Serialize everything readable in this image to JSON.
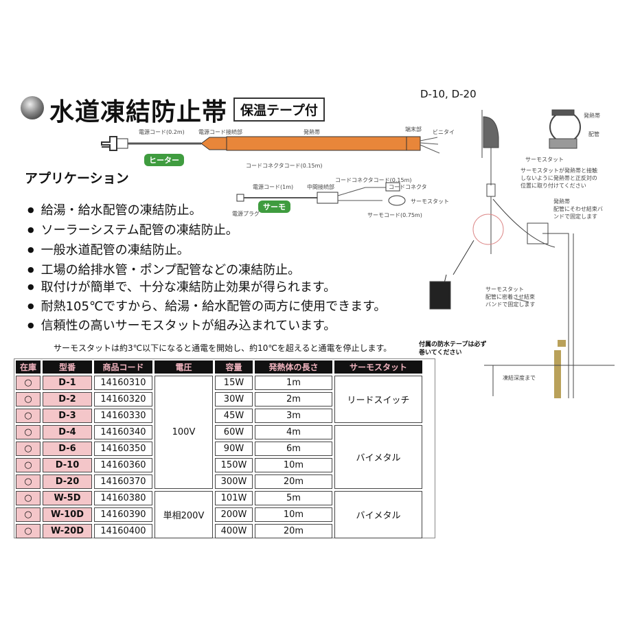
{
  "header": {
    "title": "水道凍結防止帯",
    "badge": "保温テープ付"
  },
  "diagram_heater": {
    "tag": "ヒーター",
    "labels": [
      "電源コード(0.2m)",
      "電源コード接続部",
      "発熱帯",
      "端末部",
      "ビニタイ",
      "コードコネクタコード(0.15m)"
    ]
  },
  "diagram_thermo": {
    "tag": "サーモ",
    "labels": [
      "電源コード(1m)",
      "中間接続部",
      "コードコネクタコード(0.15m)",
      "コードコネクタ",
      "サーモスタット",
      "サーモコード(0.75m)",
      "電源プラグ"
    ]
  },
  "install": {
    "model_label": "D-10, D-20",
    "labels": [
      "発熱帯",
      "配管",
      "サーモスタット"
    ],
    "note1": [
      "サーモスタットが発熱帯と接触",
      "しないように発熱帯と正反対の",
      "位置に取り付けてください"
    ],
    "note2": [
      "発熱帯",
      "配管にそわせ結束バ",
      "ンドで固定します"
    ],
    "note3": [
      "サーモスタット",
      "配管に密着させ結束",
      "バンドで固定します"
    ],
    "tape_note": [
      "付属の防水テープは必ず",
      "巻いてください"
    ],
    "depth": "凍結深度まで"
  },
  "applications": {
    "heading": "アプリケーション",
    "items": [
      "給湯・給水配管の凍結防止。",
      "ソーラーシステム配管の凍結防止。",
      "一般水道配管の凍結防止。",
      "工場の給排水管・ポンプ配管などの凍結防止。",
      "取付けが簡単で、十分な凍結防止効果が得られます。",
      "耐熱105℃ですから、給湯・給水配管の両方に使用できます。",
      "信頼性の高いサーモスタットが組み込まれています。"
    ]
  },
  "thermo_note": "サーモスタットは約3℃以下になると通電を開始し、約10℃を超えると通電を停止します。",
  "table": {
    "headers": [
      "在庫",
      "型番",
      "商品コード",
      "電圧",
      "容量",
      "発熱体の長さ",
      "サーモスタット"
    ],
    "voltage_groups": [
      "100V",
      "単相200V"
    ],
    "thermo_groups": [
      "リードスイッチ",
      "バイメタル",
      "バイメタル"
    ],
    "rows": [
      {
        "stock": "○",
        "model": "D-1",
        "code": "14160310",
        "watt": "15W",
        "length": "1m"
      },
      {
        "stock": "○",
        "model": "D-2",
        "code": "14160320",
        "watt": "30W",
        "length": "2m"
      },
      {
        "stock": "○",
        "model": "D-3",
        "code": "14160330",
        "watt": "45W",
        "length": "3m"
      },
      {
        "stock": "○",
        "model": "D-4",
        "code": "14160340",
        "watt": "60W",
        "length": "4m"
      },
      {
        "stock": "○",
        "model": "D-6",
        "code": "14160350",
        "watt": "90W",
        "length": "6m"
      },
      {
        "stock": "○",
        "model": "D-10",
        "code": "14160360",
        "watt": "150W",
        "length": "10m"
      },
      {
        "stock": "○",
        "model": "D-20",
        "code": "14160370",
        "watt": "300W",
        "length": "20m"
      },
      {
        "stock": "○",
        "model": "W-5D",
        "code": "14160380",
        "watt": "101W",
        "length": "5m"
      },
      {
        "stock": "○",
        "model": "W-10D",
        "code": "14160390",
        "watt": "200W",
        "length": "10m"
      },
      {
        "stock": "○",
        "model": "W-20D",
        "code": "14160400",
        "watt": "400W",
        "length": "20m"
      }
    ]
  }
}
